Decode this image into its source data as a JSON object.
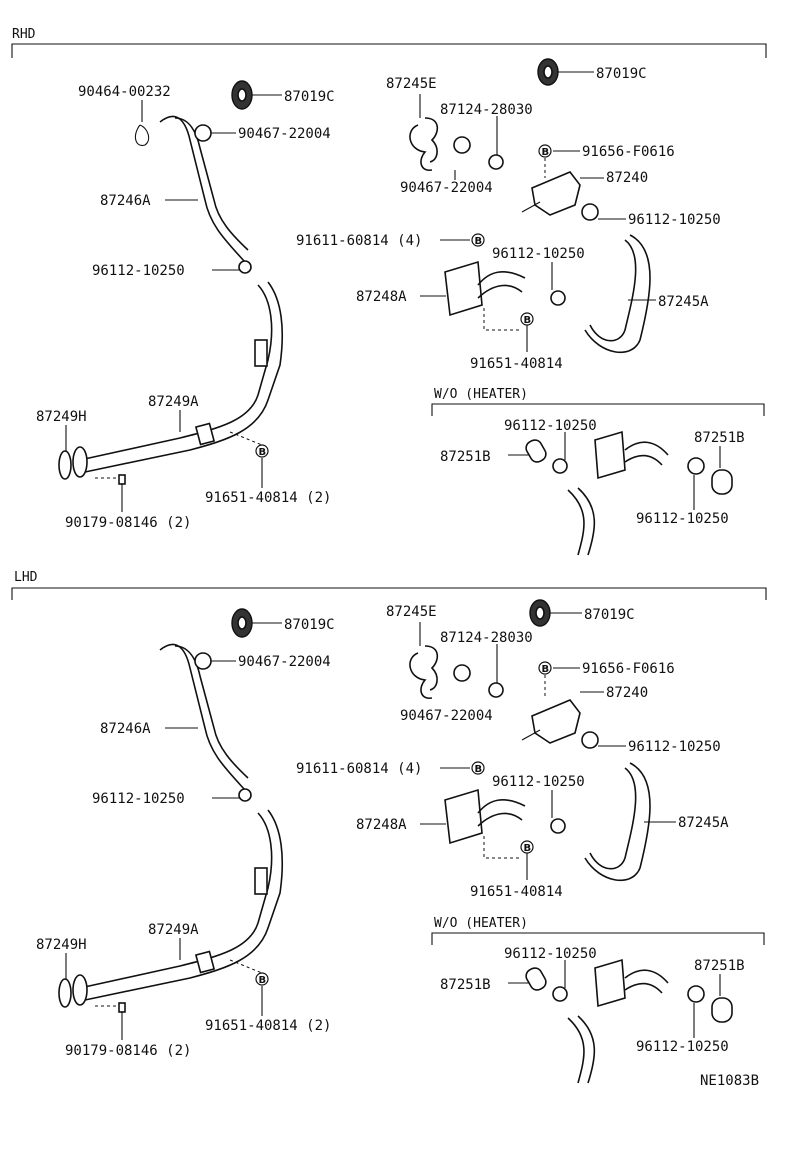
{
  "diagram_id": "NE1083B",
  "sections": [
    {
      "title": "RHD",
      "labels": {
        "p90464": "90464-00232",
        "p87019c_a": "87019C",
        "p90467_a": "90467-22004",
        "p87246a": "87246A",
        "p96112_a": "96112-10250",
        "p87249a": "87249A",
        "p87249h": "87249H",
        "p91651_a": "91651-40814 (2)",
        "p90179": "90179-08146 (2)",
        "p87245e": "87245E",
        "p87019c_b": "87019C",
        "p87124": "87124-28030",
        "p91656": "91656-F0616",
        "p90467_b": "90467-22004",
        "p87240": "87240",
        "p96112_b": "96112-10250",
        "p91611": "91611-60814 (4)",
        "p96112_c": "96112-10250",
        "p87248a": "87248A",
        "p87245a": "87245A",
        "p91651_b": "91651-40814",
        "wo_heater": "W/O   (HEATER)",
        "p96112_d": "96112-10250",
        "p87251b_a": "87251B",
        "p87251b_b": "87251B",
        "p96112_e": "96112-10250"
      }
    },
    {
      "title": "LHD",
      "labels": {
        "p87019c_a": "87019C",
        "p90467_a": "90467-22004",
        "p87246a": "87246A",
        "p96112_a": "96112-10250",
        "p87249a": "87249A",
        "p87249h": "87249H",
        "p91651_a": "91651-40814 (2)",
        "p90179": "90179-08146 (2)",
        "p87245e": "87245E",
        "p87019c_b": "87019C",
        "p87124": "87124-28030",
        "p91656": "91656-F0616",
        "p90467_b": "90467-22004",
        "p87240": "87240",
        "p96112_b": "96112-10250",
        "p91611": "91611-60814 (4)",
        "p96112_c": "96112-10250",
        "p87248a": "87248A",
        "p87245a": "87245A",
        "p91651_b": "91651-40814",
        "wo_heater": "W/O   (HEATER)",
        "p96112_d": "96112-10250",
        "p87251b_a": "87251B",
        "p87251b_b": "87251B",
        "p96112_e": "96112-10250"
      }
    }
  ],
  "bolt_marker": "B"
}
